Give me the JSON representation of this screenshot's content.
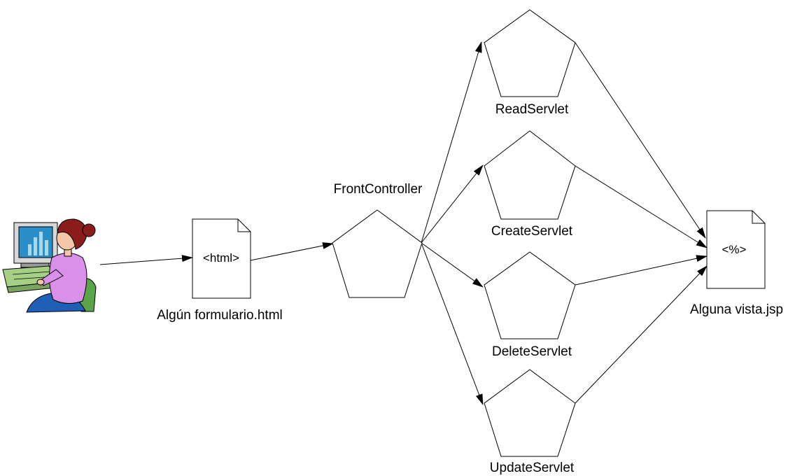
{
  "diagram": {
    "user": {
      "icon": "user-at-computer-icon"
    },
    "form_document": {
      "content": "<html>",
      "label": "Algún formulario.html",
      "icon": "document-icon"
    },
    "front_controller": {
      "label": "FrontController"
    },
    "servlets": [
      {
        "id": "read",
        "label": "ReadServlet"
      },
      {
        "id": "create",
        "label": "CreateServlet"
      },
      {
        "id": "delete",
        "label": "DeleteServlet"
      },
      {
        "id": "update",
        "label": "UpdateServlet"
      }
    ],
    "view_document": {
      "content": "<%>",
      "label": "Alguna vista.jsp",
      "icon": "document-icon"
    }
  }
}
